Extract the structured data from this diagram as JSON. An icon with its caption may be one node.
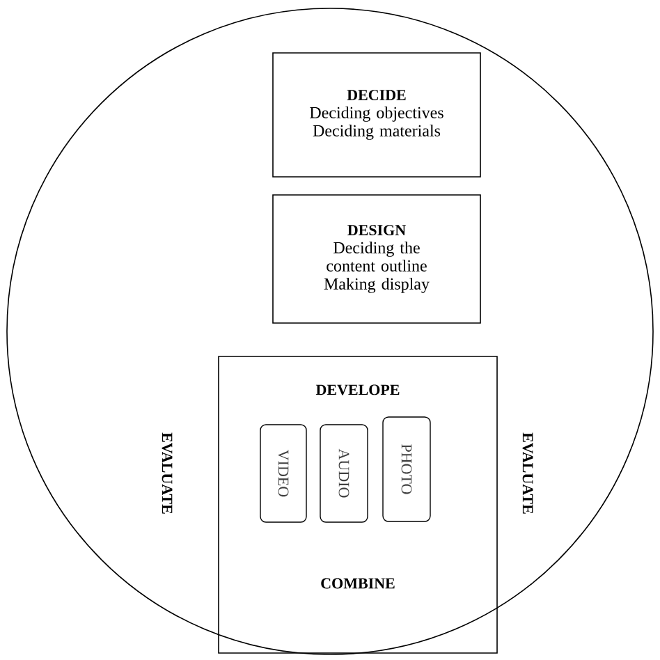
{
  "diagram": {
    "nodes": [
      {
        "text": [
          "EVALUATE",
          "EVALUATE"
        ]
      },
      {
        "text": [
          "DECIDE",
          "Deciding objectives",
          "Deciding materials"
        ],
        "in": 0
      },
      {
        "text": [
          "DESIGN",
          "Deciding the content outline",
          "Making display"
        ],
        "in": 0
      },
      {
        "text": [
          "DEVELOPE",
          "COMBINE"
        ],
        "in": 0
      },
      {
        "text": [
          "VIDEO"
        ],
        "in": 3
      },
      {
        "text": [
          "AUDIO"
        ],
        "in": 3
      },
      {
        "text": [
          "PHOTO"
        ],
        "in": 3
      }
    ]
  }
}
